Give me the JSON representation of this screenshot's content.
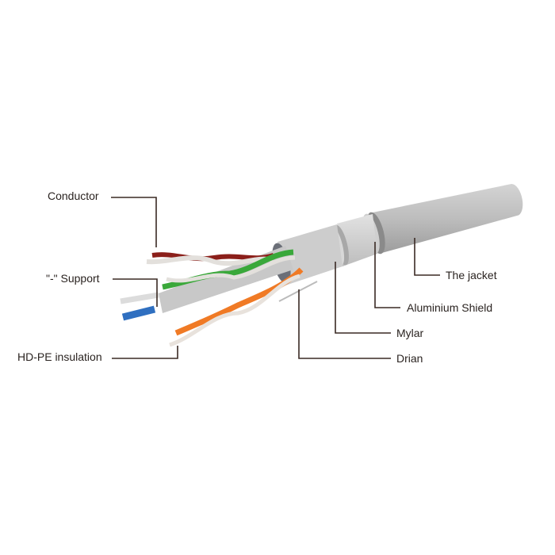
{
  "labels": {
    "conductor": "Conductor",
    "support": "\"-\" Support",
    "insulation": "HD-PE insulation",
    "jacket": "The jacket",
    "shield": "Aluminium Shield",
    "mylar": "Mylar",
    "drain": "Drian"
  },
  "colors": {
    "leader": "#3a2a24",
    "jacket": "#b9b9b9",
    "pair_brown": "#8b1f1a",
    "pair_green": "#3aa83a",
    "pair_blue": "#2f6fc0",
    "pair_orange": "#f07a25"
  }
}
